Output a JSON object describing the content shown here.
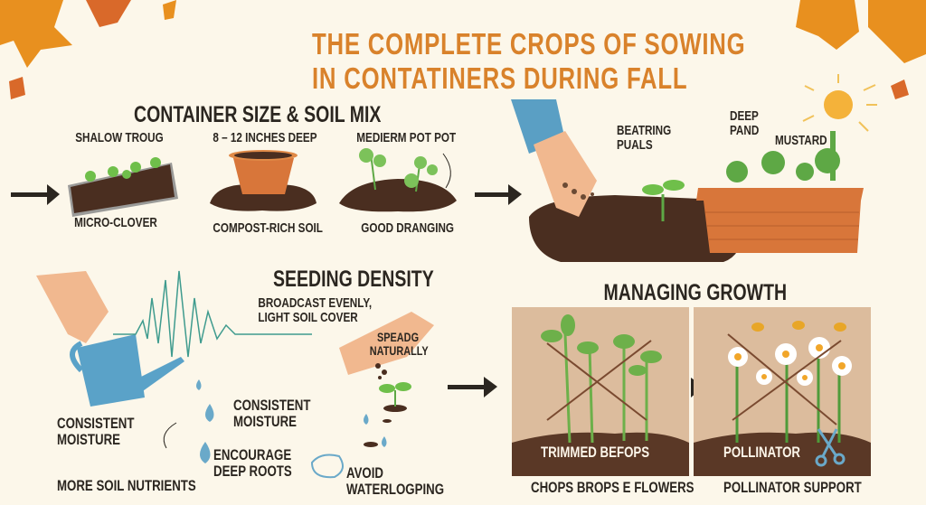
{
  "title": {
    "line1": "THE COMPLETE  CROPS OF SOWING",
    "line2": "IN CONTATINERS DURING FALL"
  },
  "container_section": {
    "heading": "CONTAINER SIZE & SOIL MIX",
    "items": [
      {
        "top": "SHALOW TROUG",
        "bottom": "MICRO-CLOVER"
      },
      {
        "top": "8 – 12 INCHES DEEP",
        "bottom": "COMPOST-RICH SOIL"
      },
      {
        "top": "MEDIERM POT POT",
        "bottom": "GOOD DRANGING"
      }
    ]
  },
  "sowing_section": {
    "hand_label": "BEATRING\nPUALS",
    "planter_label": "DEEP\nPAND",
    "mustard_label": "MUSTARD"
  },
  "seeding_section": {
    "heading": "SEEDING DENSITY",
    "broadcast": "BROADCAST EVENLY,\nLIGHT SOIL COVER",
    "spread": "SPEADG\nNATURALLY",
    "consistent_moisture_1": "CONSISTENT\nMOISTURE",
    "consistent_moisture_2": "CONSISTENT\nMOISTURE",
    "encourage_roots": "ENCOURAGE\nDEEP ROOTS",
    "more_nutrients": "MORE SOIL NUTRIENTS",
    "avoid_waterlogging": "AVOID\nWATERLOGPING"
  },
  "growth_section": {
    "heading": "MANAGING GROWTH",
    "panels": [
      {
        "inner": "TRIMMED BEFOPS",
        "caption": "CHOPS BROPS E FLOWERS"
      },
      {
        "inner": "POLLINATOR",
        "caption": "POLLINATOR SUPPORT"
      }
    ]
  },
  "colors": {
    "title": "#d9822b",
    "background": "#fcf7ea",
    "soil": "#5a3a26",
    "pot": "#d8763a",
    "leaf": "#5ea845",
    "water": "#6aa9c9"
  }
}
